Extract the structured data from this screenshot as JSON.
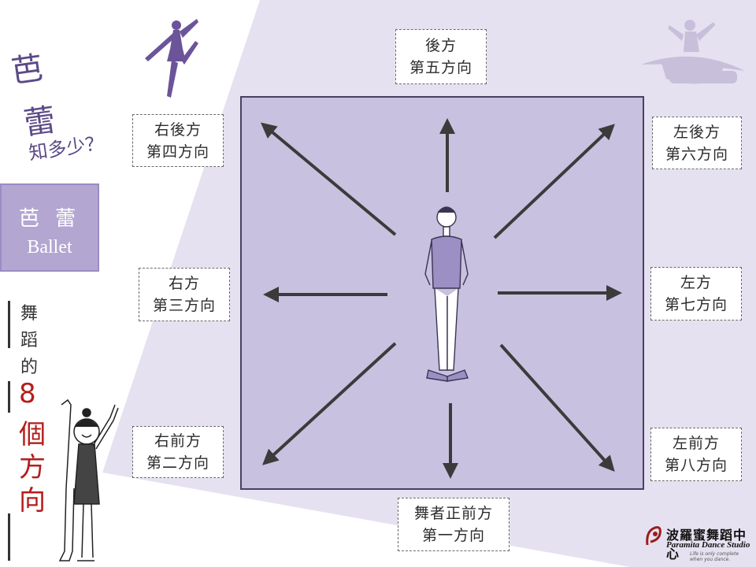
{
  "title": {
    "line1": "芭",
    "line2": "蕾",
    "line3": "知多少？"
  },
  "badge": {
    "zh": "芭 蕾",
    "en": "Ballet"
  },
  "vertical": {
    "c1": "舞",
    "c2": "蹈",
    "c3": "的",
    "r1": "8",
    "r2": "個",
    "r3": "方",
    "r4": "向"
  },
  "directions": {
    "back": {
      "l1": "後方",
      "l2": "第五方向"
    },
    "right_back": {
      "l1": "右後方",
      "l2": "第四方向"
    },
    "left_back": {
      "l1": "左後方",
      "l2": "第六方向"
    },
    "right": {
      "l1": "右方",
      "l2": "第三方向"
    },
    "left": {
      "l1": "左方",
      "l2": "第七方向"
    },
    "right_front": {
      "l1": "右前方",
      "l2": "第二方向"
    },
    "left_front": {
      "l1": "左前方",
      "l2": "第八方向"
    },
    "front": {
      "l1": "舞者正前方",
      "l2": "第一方向"
    }
  },
  "logo": {
    "zh": "波羅蜜舞蹈中心",
    "en": "Paramita Dance Studio",
    "slogan": "Life is only complete when you dance."
  },
  "colors": {
    "purple_dark": "#5b4a86",
    "square": "#c9c1e0",
    "diamond": "#e6e1f0",
    "accent_red": "#b51c1c"
  }
}
